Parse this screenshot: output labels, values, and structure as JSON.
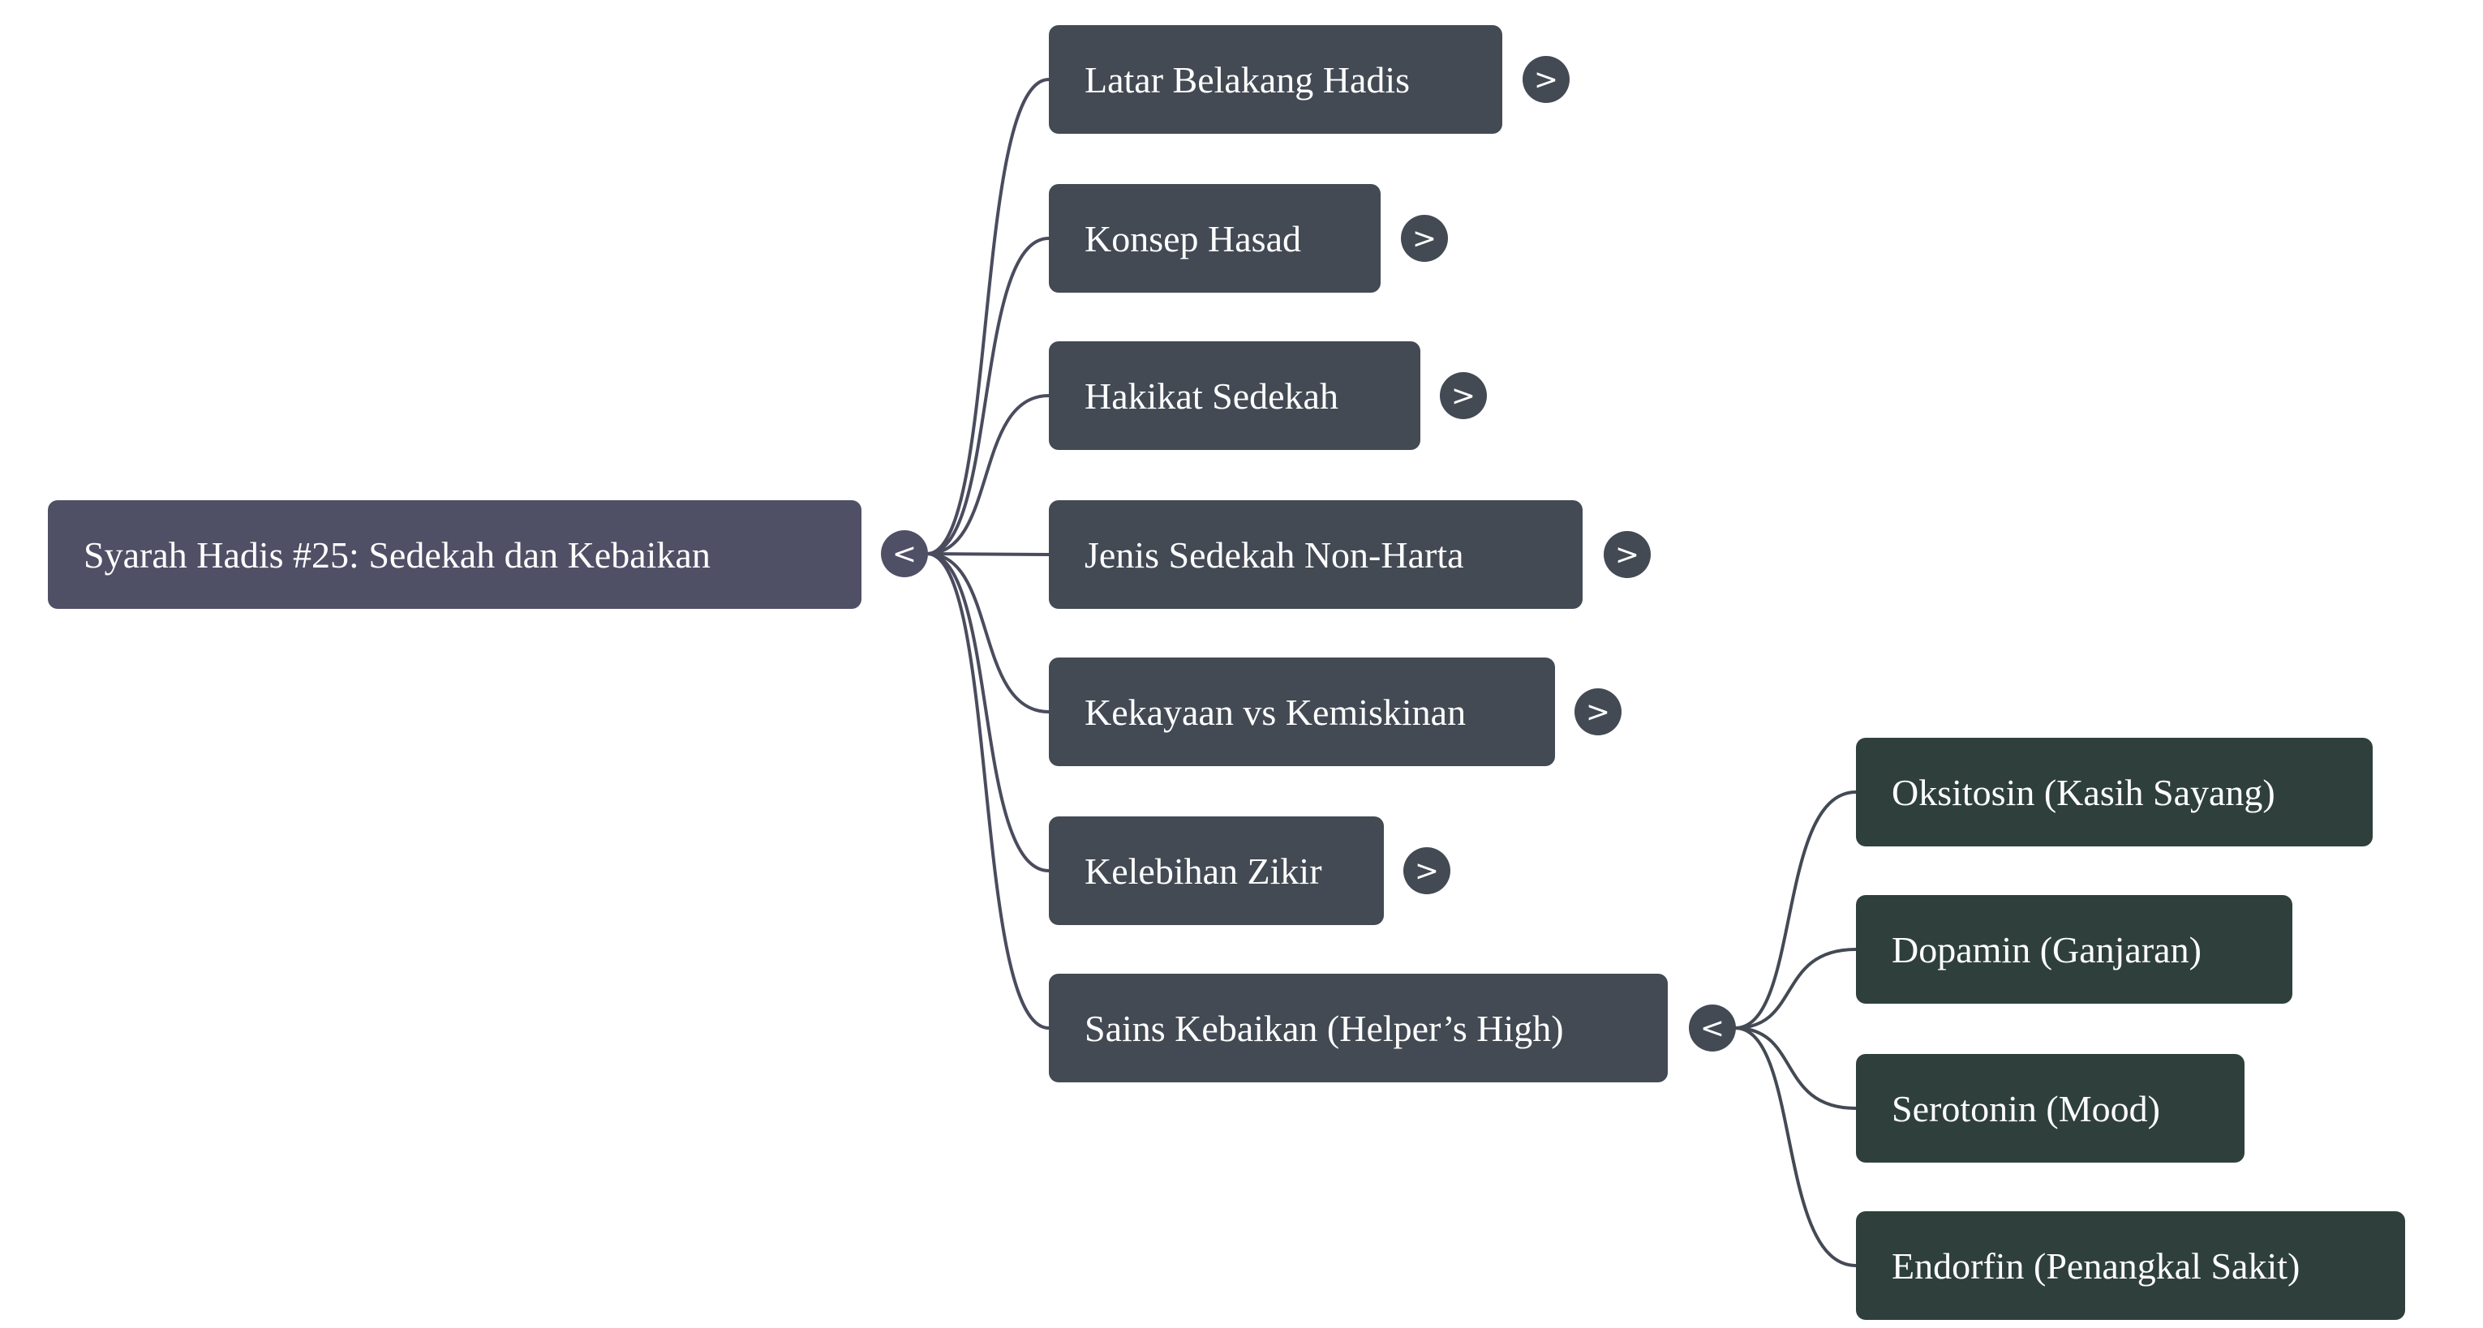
{
  "root": {
    "label": "Syarah Hadis #25: Sedekah dan Kebaikan",
    "toggle": "<"
  },
  "branches": [
    {
      "label": "Latar Belakang Hadis",
      "toggle": ">"
    },
    {
      "label": "Konsep Hasad",
      "toggle": ">"
    },
    {
      "label": "Hakikat Sedekah",
      "toggle": ">"
    },
    {
      "label": "Jenis Sedekah Non-Harta",
      "toggle": ">"
    },
    {
      "label": "Kekayaan vs Kemiskinan",
      "toggle": ">"
    },
    {
      "label": "Kelebihan Zikir",
      "toggle": ">"
    },
    {
      "label": "Sains Kebaikan (Helper’s High)",
      "toggle": "<",
      "children": [
        {
          "label": "Oksitosin (Kasih Sayang)"
        },
        {
          "label": "Dopamin (Ganjaran)"
        },
        {
          "label": "Serotonin (Mood)"
        },
        {
          "label": "Endorfin (Penangkal Sakit)"
        }
      ]
    }
  ],
  "colors": {
    "root": "#4f5066",
    "branch": "#434a54",
    "leaf": "#2f403c",
    "edge": "#4a4c5e"
  }
}
